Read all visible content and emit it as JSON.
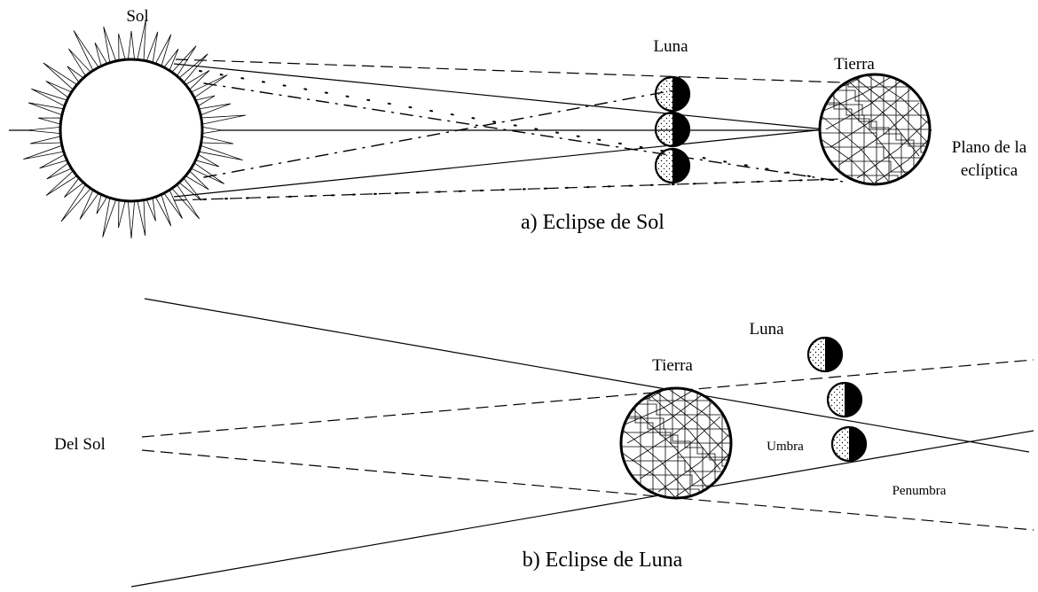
{
  "figure_a": {
    "sun_label": "Sol",
    "moon_label": "Luna",
    "earth_label": "Tierra",
    "ecliptic_label_line1": "Plano de la",
    "ecliptic_label_line2": "eclíptica",
    "caption": "a) Eclipse de Sol"
  },
  "figure_b": {
    "sun_label": "Del Sol",
    "earth_label": "Tierra",
    "moon_label": "Luna",
    "umbra_label": "Umbra",
    "penumbra_label": "Penumbra",
    "caption": "b) Eclipse de Luna"
  }
}
